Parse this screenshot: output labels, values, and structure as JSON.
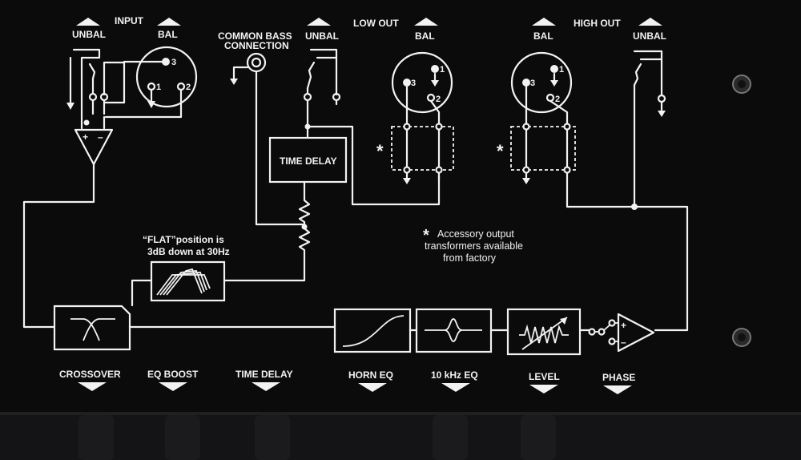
{
  "labels": {
    "input": "INPUT",
    "unbal_in": "UNBAL",
    "bal_in": "BAL",
    "common_bass_1": "COMMON BASS",
    "common_bass_2": "CONNECTION",
    "unbal_cb": "UNBAL",
    "low_out": "LOW OUT",
    "bal_low": "BAL",
    "high_out": "HIGH OUT",
    "bal_high": "BAL",
    "unbal_high": "UNBAL",
    "time_delay_box": "TIME DELAY",
    "flat_note_1": "“FLAT”position is",
    "flat_note_2": "3dB down at 30Hz",
    "accessory_1": "Accessory output",
    "accessory_2": "transformers available",
    "accessory_3": "from factory",
    "asterisk": "*",
    "pin1": "1",
    "pin2": "2",
    "pin3": "3",
    "plus": "+",
    "minus": "–"
  },
  "controls": {
    "crossover": "CROSSOVER",
    "eq_boost": "EQ BOOST",
    "time_delay": "TIME DELAY",
    "horn_eq": "HORN EQ",
    "eq_10k": "10 kHz EQ",
    "level": "LEVEL",
    "phase": "PHASE"
  },
  "colors": {
    "panel": "#0b0b0c",
    "print": "#f2f2f2"
  }
}
